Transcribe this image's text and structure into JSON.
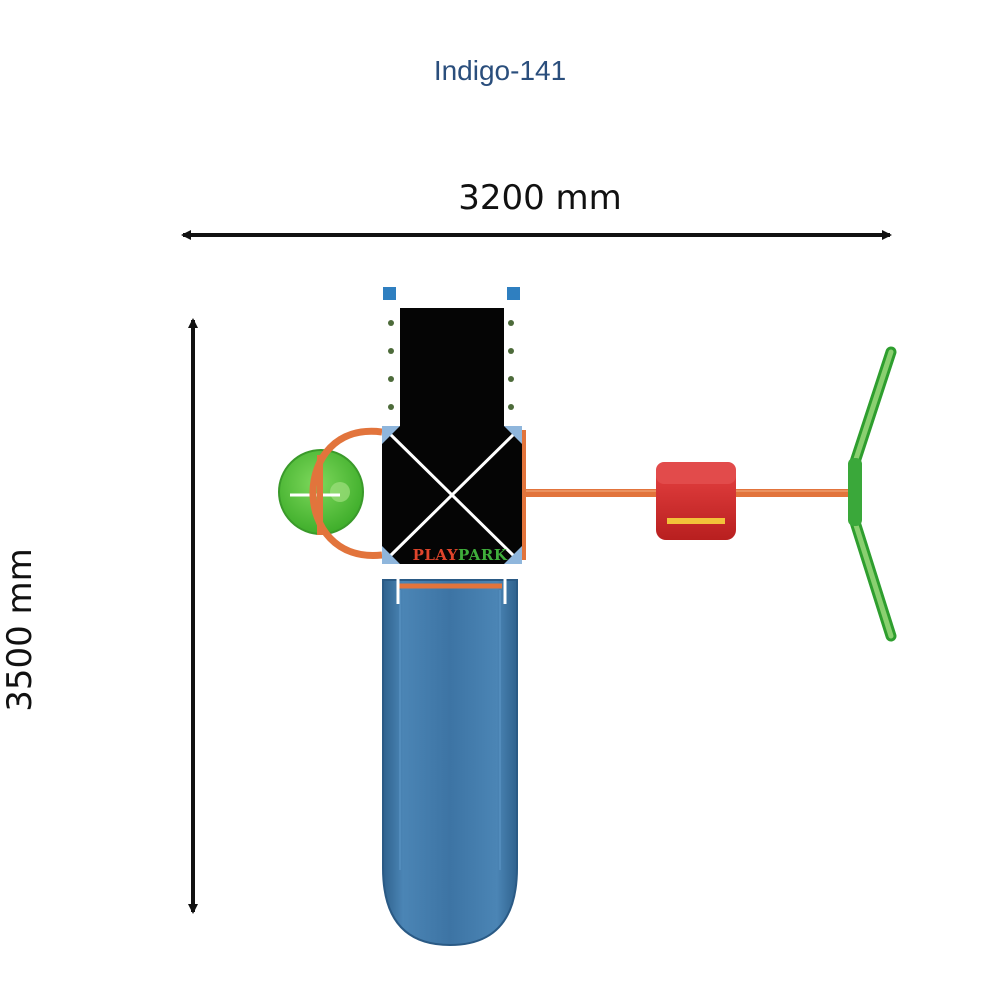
{
  "title": "Indigo-141",
  "dimensions": {
    "width_label": "3200 mm",
    "height_label": "3500 mm"
  },
  "brand": {
    "part1": "PLAY",
    "part2": "PARK"
  },
  "colors": {
    "title": "#2a4e7c",
    "slide": "#3a6f9e",
    "deck": "#050505",
    "rail": "#e2743c",
    "green": "#55c43a",
    "seat": "#d42a2a",
    "bracket": "#2f7fc0"
  }
}
